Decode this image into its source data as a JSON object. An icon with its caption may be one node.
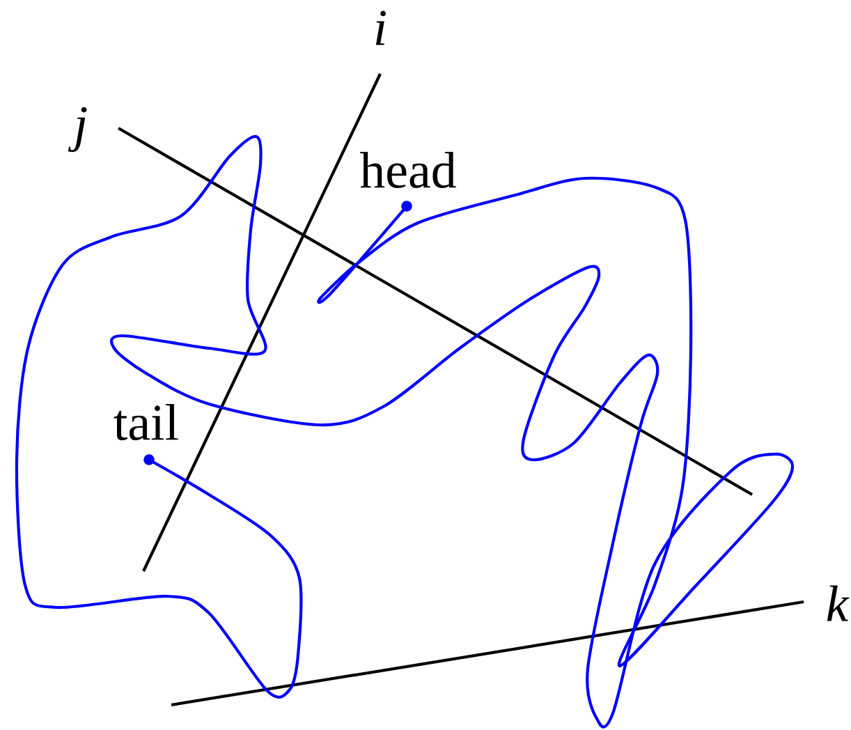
{
  "diagram": {
    "labels": [
      "i",
      "j",
      "head",
      "tail",
      "k"
    ]
  }
}
